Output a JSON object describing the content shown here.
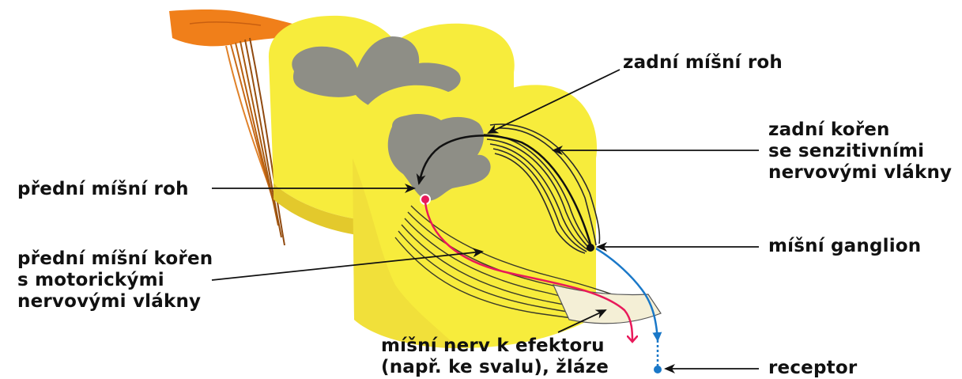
{
  "labels": {
    "posterior_horn": "zadní míšní roh",
    "posterior_root": [
      "zadní kořen",
      "se senzitivními",
      "nervovými vlákny"
    ],
    "anterior_horn": "přední míšní roh",
    "anterior_root": [
      "přední míšní kořen",
      "s motorickými",
      "nervovými vlákny"
    ],
    "ganglion": "míšní ganglion",
    "nerve": [
      "míšní nerv k efektoru",
      "(např. ke svalu), žláze"
    ],
    "receptor": "receptor"
  },
  "colors": {
    "cord_yellow": "#f7ec3c",
    "cord_shadow": "#e3c92c",
    "grey_matter": "#8e8e86",
    "nerve_orange": "#f07f1a",
    "motor_pink": "#e8195a",
    "sensory_blue": "#1a78c8",
    "fiber_dark": "#222222"
  }
}
